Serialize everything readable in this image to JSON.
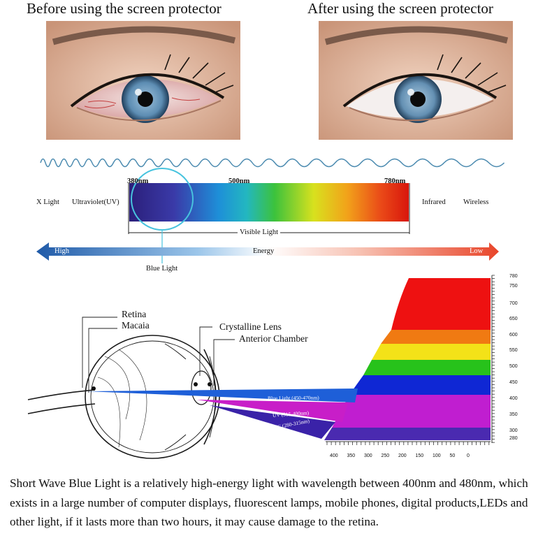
{
  "headings": {
    "before": "Before using the screen protector",
    "after": "After using the screen protector"
  },
  "spectrum": {
    "nm_start": "380nm",
    "nm_mid": "500nm",
    "nm_end": "780nm",
    "left_labels": [
      "X Light",
      "Ultraviolet(UV)"
    ],
    "right_labels": [
      "Infrared",
      "Wireless"
    ],
    "visible_label": "Visible Light",
    "blue_callout": "Blue Light"
  },
  "energy": {
    "high": "High",
    "label": "Energy",
    "low": "Low"
  },
  "eye_labels": {
    "retina": "Retina",
    "macula": "Macaia",
    "lens": "Crystalline Lens",
    "chamber": "Anterior Chamber"
  },
  "beams": {
    "blue": "Blue Light (450-470nm)",
    "uv": "UV (315-400nm)",
    "uvc": "UVC (280-315nm)"
  },
  "right_scale": [
    "780",
    "750",
    "700",
    "650",
    "600",
    "550",
    "500",
    "450",
    "400",
    "350",
    "300",
    "280"
  ],
  "bottom_scale": [
    "400",
    "350",
    "300",
    "250",
    "200",
    "150",
    "100",
    "50",
    "0"
  ],
  "paragraph": "Short Wave Blue Light is a relatively high-energy light with wavelength between 400nm and 480nm, which exists in a large number of computer displays, fluorescent lamps, mobile phones, digital products,LEDs and other light, if it lasts more than two hours, it may cause damage to the retina.",
  "colors": {
    "blue_arrow": "#2a6db5",
    "red_arrow": "#e8452a",
    "violet": "#3a2a8c",
    "magenta": "#c81ec8",
    "iris": "#6f9fc4"
  }
}
